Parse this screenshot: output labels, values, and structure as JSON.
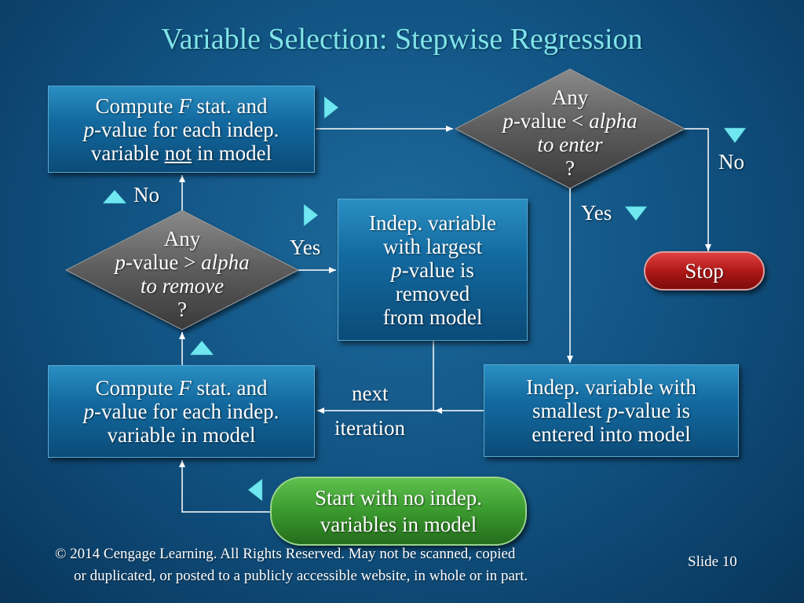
{
  "title": "Variable Selection:  Stepwise Regression",
  "nodes": {
    "compute_not_in": {
      "line1": "Compute F stat. and",
      "line2": "p-value for each indep.",
      "line3": "variable not in model"
    },
    "any_enter": {
      "line1": "Any",
      "line2": "p-value < alpha",
      "line3": "to enter",
      "line4": "?"
    },
    "any_remove": {
      "line1": "Any",
      "line2": "p-value > alpha",
      "line3": "to remove",
      "line4": "?"
    },
    "removed": {
      "line1": "Indep. variable",
      "line2": "with largest",
      "line3": "p-value is",
      "line4": "removed",
      "line5": "from model"
    },
    "stop": "Stop",
    "compute_in": {
      "line1": "Compute F stat. and",
      "line2": "p-value for each indep.",
      "line3": "variable in model"
    },
    "entered": {
      "line1": "Indep. variable with",
      "line2": "smallest p-value is",
      "line3": "entered into model"
    },
    "start": {
      "line1": "Start with no indep.",
      "line2": "variables in model"
    }
  },
  "edge_labels": {
    "enter_no": "No",
    "enter_yes": "Yes",
    "remove_no": "No",
    "remove_yes": "Yes",
    "next": "next",
    "iteration": "iteration"
  },
  "footer": {
    "line1": "© 2014  Cengage Learning.  All Rights Reserved.  May not be scanned, copied",
    "line2": "or duplicated, or posted to a publicly accessible website, in whole or in part."
  },
  "slide_label": "Slide  10",
  "colors": {
    "title": "#7fe4ea",
    "triangle": "#6fe6f0",
    "box": "#136aa0",
    "diamond": "#5a5a5a",
    "stop": "#b01818",
    "start": "#3a9a2e"
  }
}
